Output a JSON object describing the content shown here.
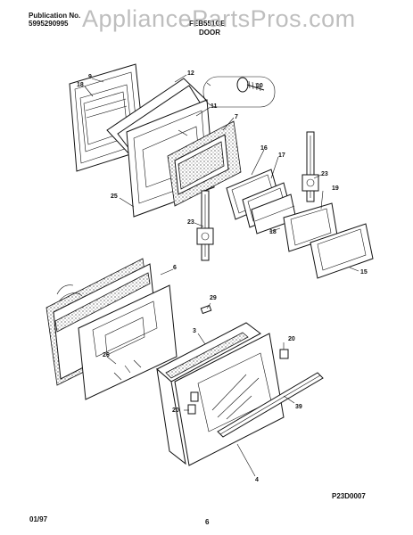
{
  "header": {
    "publication_label": "Publication No.",
    "publication_number": "5995290995",
    "model": "FEB551CE",
    "section_title": "DOOR"
  },
  "watermark": "AppliancePartsPros.com",
  "diagram_code": "P23D0007",
  "footer": {
    "date": "01/97",
    "page": "6"
  },
  "callouts": [
    "9",
    "18",
    "12",
    "10",
    "11",
    "7",
    "25",
    "16",
    "17",
    "23",
    "19",
    "23",
    "18",
    "15",
    "6",
    "29",
    "3",
    "26",
    "20",
    "20",
    "39",
    "4"
  ]
}
